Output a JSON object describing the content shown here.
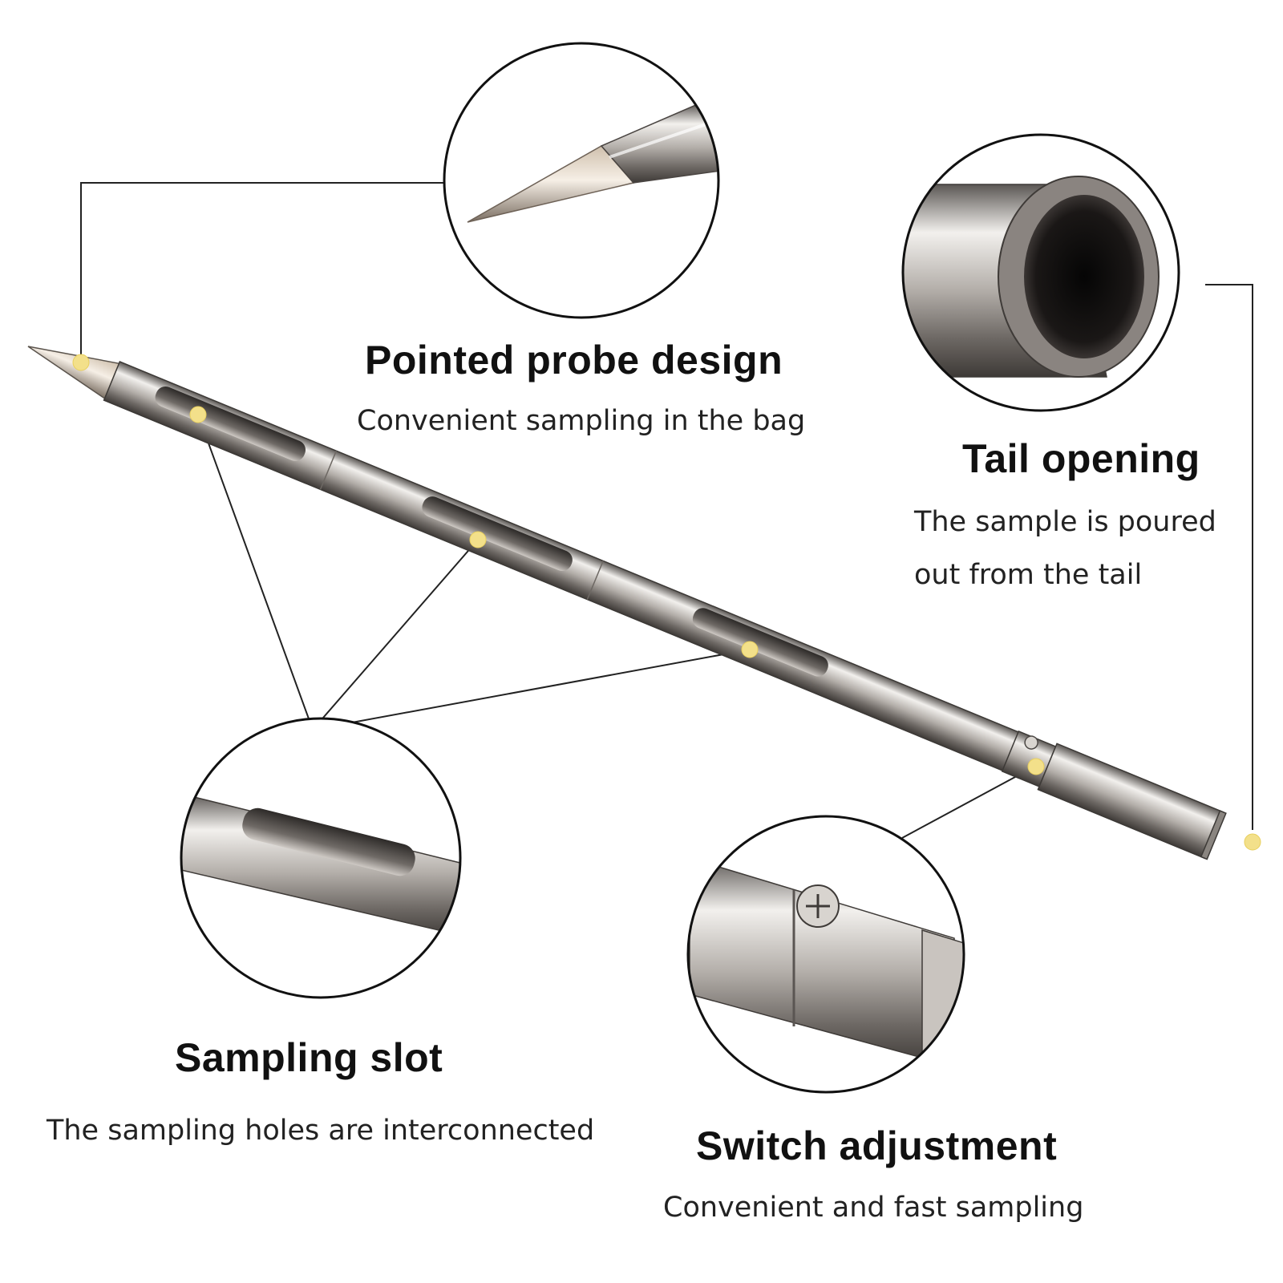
{
  "colors": {
    "background": "#ffffff",
    "line": "#222222",
    "metal_light": "#e8e6e3",
    "metal_mid": "#a9a49f",
    "metal_dark": "#4a4643",
    "marker": "#f3e08a"
  },
  "features": {
    "pointed_probe": {
      "title": "Pointed probe design",
      "description": "Convenient sampling in the bag"
    },
    "tail_opening": {
      "title": "Tail opening",
      "description_lines": [
        "The sample is poured",
        "out from the tail"
      ]
    },
    "sampling_slot": {
      "title": "Sampling slot",
      "description": "The sampling holes are interconnected"
    },
    "switch_adjustment": {
      "title": "Switch adjustment",
      "description": "Convenient and fast sampling"
    }
  }
}
